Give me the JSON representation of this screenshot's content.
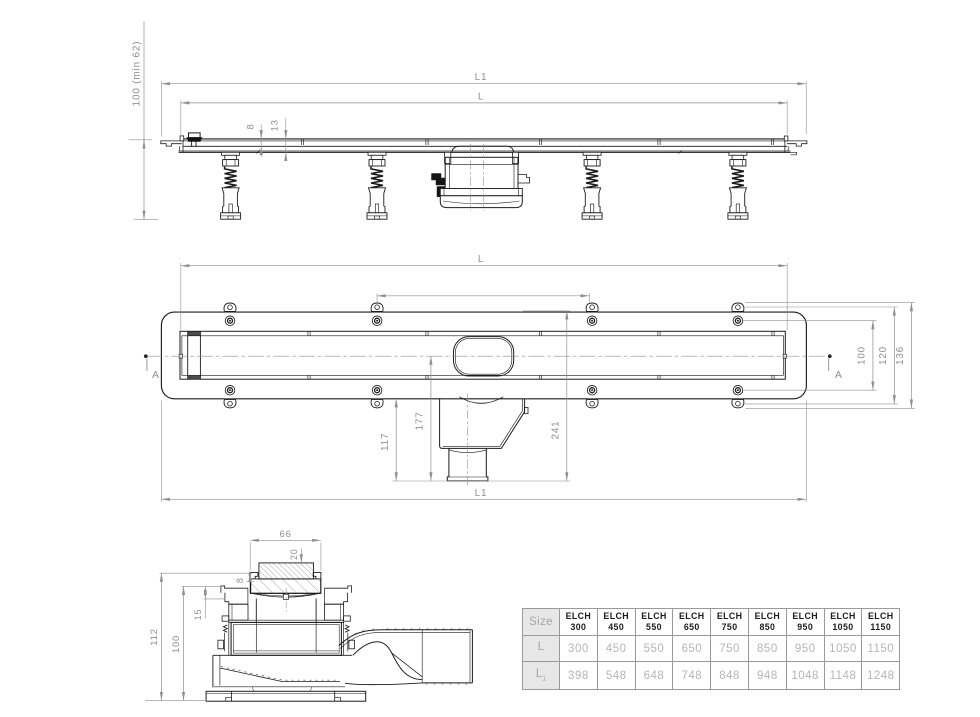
{
  "drawing": {
    "description": "Linear shower drain technical drawing, three orthographic views",
    "colors": {
      "line": "#1c1c1c",
      "dimension": "#8f8f8f",
      "table_border": "#9a9a9a",
      "table_label_bg": "#e7e7e7",
      "table_value_text": "#b5b5b5",
      "table_label_text": "#a6a6a6",
      "table_header_text": "#1c1c1c"
    },
    "side_view": {
      "dim_overall": "L1",
      "dim_length": "L",
      "dim_height": "100 (min 62)",
      "dim_top_depth": "8",
      "dim_flange_depth": "13"
    },
    "plan_view": {
      "dim_length": "L",
      "dim_overall": "L1",
      "dim_outlet_offset_flange": "117",
      "dim_outlet_offset_center": "177",
      "dim_outlet_offset_edge": "241",
      "dim_mount_spacing": "100",
      "dim_hole_spacing": "120",
      "dim_overall_width": "136",
      "section_label_left": "A",
      "section_label_right": "A"
    },
    "section_view": {
      "dim_grate_width": "66",
      "dim_tile_depth": "20",
      "dim_edge": "8",
      "dim_seat": "15",
      "dim_height_overall": "112",
      "dim_height_body": "100"
    }
  },
  "size_table": {
    "corner_label": "Size",
    "series_prefix": "ELCH",
    "columns": [
      "300",
      "450",
      "550",
      "650",
      "750",
      "850",
      "950",
      "1050",
      "1150"
    ],
    "rows": [
      {
        "label": "L",
        "subscript": "",
        "values": [
          "300",
          "450",
          "550",
          "650",
          "750",
          "850",
          "950",
          "1050",
          "1150"
        ]
      },
      {
        "label": "L",
        "subscript": "1",
        "values": [
          "398",
          "548",
          "648",
          "748",
          "848",
          "948",
          "1048",
          "1148",
          "1248"
        ]
      }
    ]
  }
}
